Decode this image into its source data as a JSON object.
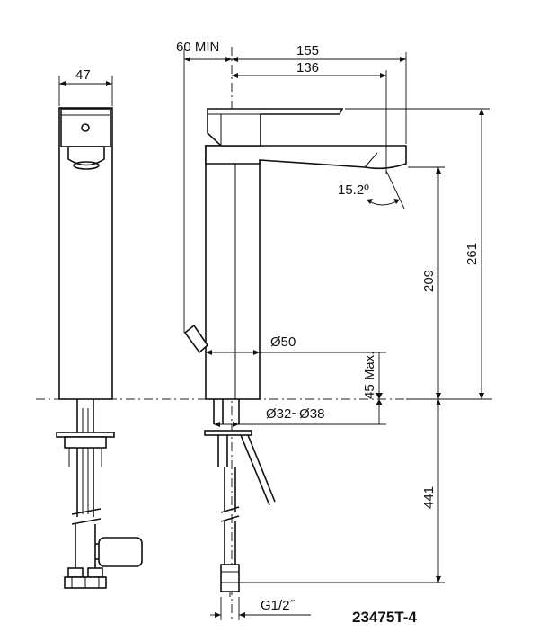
{
  "dimensions": {
    "width_side": "47",
    "min_clearance": "60 MIN",
    "reach_total": "155",
    "reach_spout": "136",
    "angle": "15.2º",
    "height_total": "261",
    "height_spout": "209",
    "diameter_base": "Ø50",
    "deck_thickness_max": "45 Max.",
    "hole_diameter": "Ø32~Ø38",
    "hose_length": "441",
    "connection_thread": "G1/2˝"
  },
  "model_code": "23475T-4"
}
